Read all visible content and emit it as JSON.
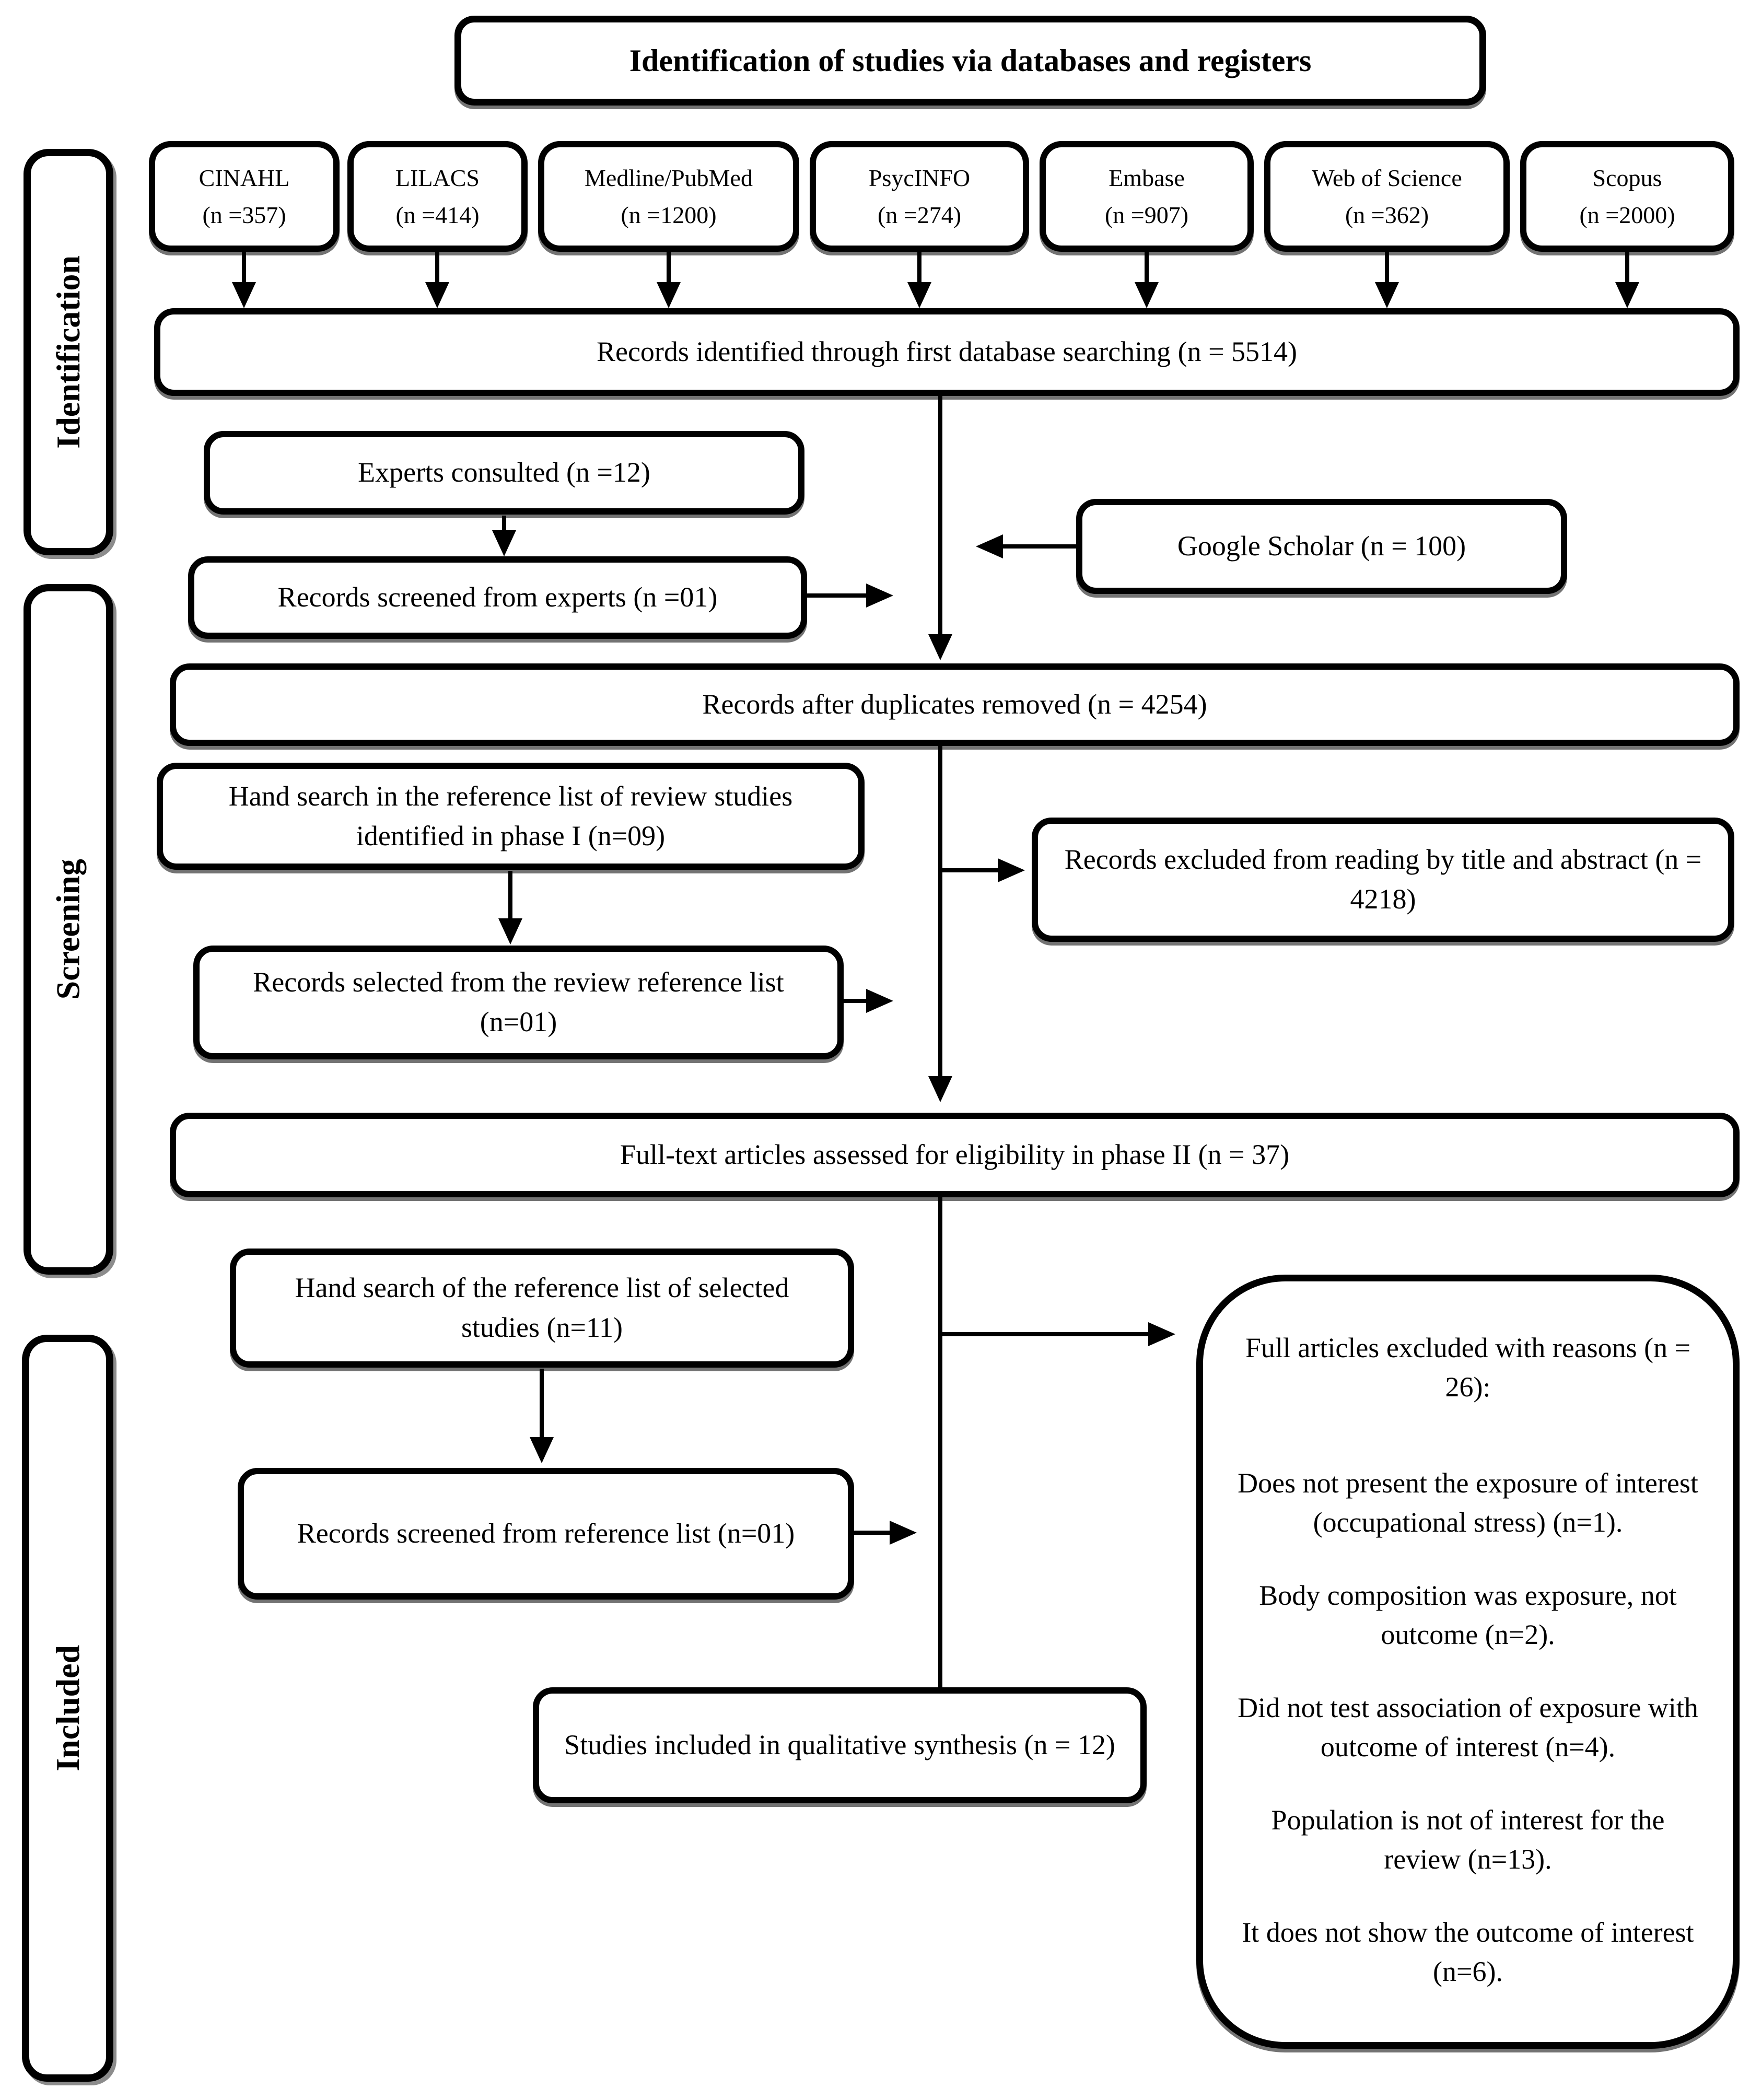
{
  "title": "Identification of studies via databases and registers",
  "sidebar": {
    "identification": "Identification",
    "screening": "Screening",
    "included": "Included"
  },
  "databases": [
    {
      "name": "CINAHL",
      "count": "(n =357)"
    },
    {
      "name": "LILACS",
      "count": "(n =414)"
    },
    {
      "name": "Medline/PubMed",
      "count": "(n =1200)"
    },
    {
      "name": "PsycINFO",
      "count": "(n =274)"
    },
    {
      "name": "Embase",
      "count": "(n =907)"
    },
    {
      "name": "Web of Science",
      "count": "(n =362)"
    },
    {
      "name": "Scopus",
      "count": "(n =2000)"
    }
  ],
  "boxes": {
    "records_identified": "Records identified through first database searching (n = 5514)",
    "experts_consulted": "Experts consulted (n =12)",
    "records_screened_experts": "Records screened from experts (n =01)",
    "google_scholar": "Google Scholar (n = 100)",
    "records_after_duplicates": "Records after duplicates removed (n = 4254)",
    "hand_search_phase1": "Hand search in the reference list of review studies identified in phase I (n=09)",
    "records_excluded_title_abstract": "Records excluded from reading by title and abstract (n = 4218)",
    "records_selected_review": "Records selected from the review reference list (n=01)",
    "fulltext_assessed": "Full-text articles assessed for eligibility in phase II (n = 37)",
    "hand_search_selected": "Hand search of the reference list of selected studies (n=11)",
    "records_screened_reflist": "Records screened from reference list (n=01)",
    "studies_included": "Studies included in qualitative synthesis (n = 12)",
    "full_articles_excluded": {
      "header": "Full articles excluded with reasons (n = 26):",
      "reasons": [
        "Does not present the exposure of interest (occupational stress) (n=1).",
        "Body composition was exposure, not outcome (n=2).",
        "Did not test association of exposure with outcome of interest (n=4).",
        "Population is not of interest for the review (n=13).",
        "It does not show the outcome of interest (n=6)."
      ]
    }
  }
}
